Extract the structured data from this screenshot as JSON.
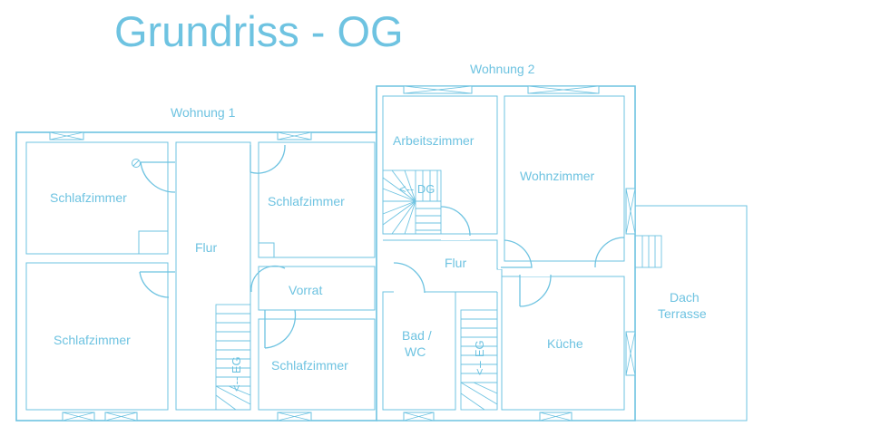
{
  "title": "Grundriss - OG",
  "units": {
    "wohnung1": "Wohnung 1",
    "wohnung2": "Wohnung 2"
  },
  "rooms": {
    "schlafzimmer_nw": "Schlafzimmer",
    "schlafzimmer_sw": "Schlafzimmer",
    "schlafzimmer_center": "Schlafzimmer",
    "schlafzimmer_south": "Schlafzimmer",
    "flur_1": "Flur",
    "vorrat": "Vorrat",
    "arbeitszimmer": "Arbeitszimmer",
    "flur_2": "Flur",
    "bad": "Bad /",
    "wc": "WC",
    "wohnzimmer": "Wohnzimmer",
    "kueche": "Küche",
    "dach": "Dach",
    "terrasse": "Terrasse"
  },
  "stairs": {
    "dg": "<-- DG",
    "eg_1": "<-- EG",
    "eg_2": "<-- EG"
  },
  "colors": {
    "line": "#6ec3e1",
    "background": "#ffffff"
  }
}
